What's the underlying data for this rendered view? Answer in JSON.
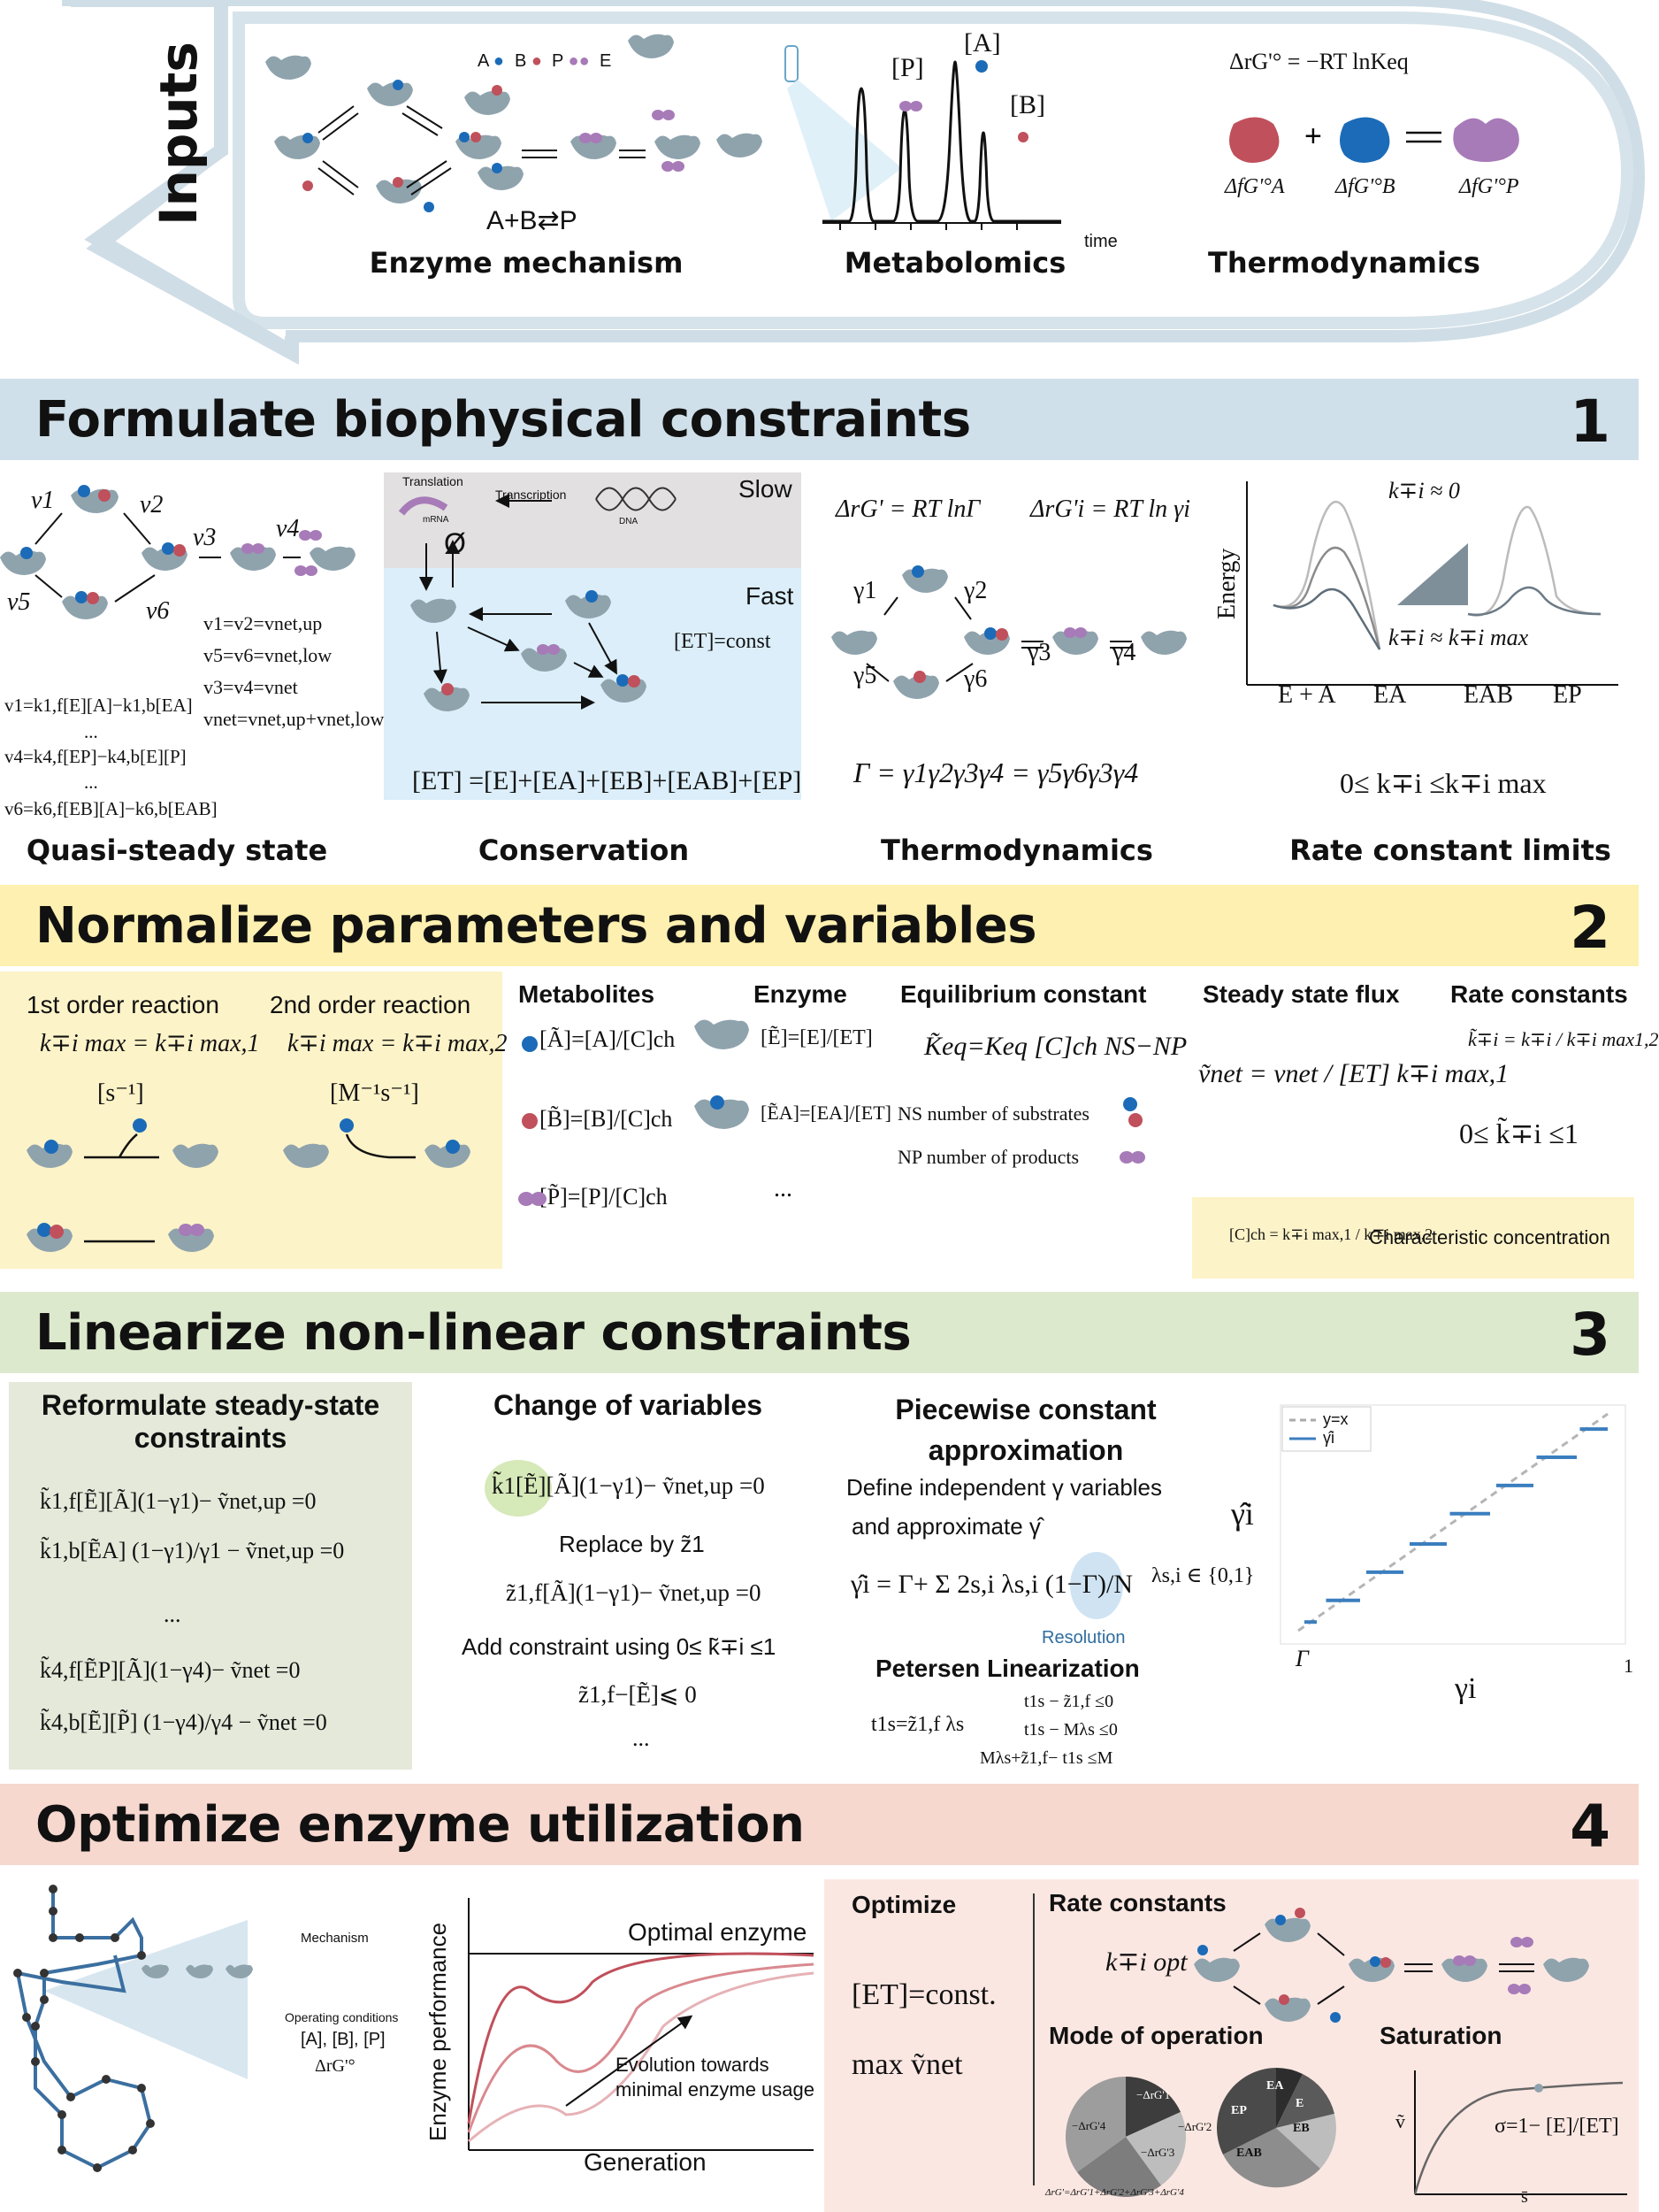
{
  "inputs": {
    "tab_label": "Inputs",
    "legend": {
      "a": "A",
      "b": "B",
      "p": "P",
      "e": "E"
    },
    "reaction": "A+B⇄P",
    "enzyme_mechanism": "Enzyme mechanism",
    "metabolomics": "Metabolomics",
    "thermodynamics": "Thermodynamics",
    "peak_p": "[P]",
    "peak_a": "[A]",
    "peak_b": "[B]",
    "time_label": "time",
    "drg_formula": "ΔrG'° = −RT lnKeq",
    "dfg_a": "ΔfG'°A",
    "dfg_b": "ΔfG'°B",
    "dfg_p": "ΔfG'°P"
  },
  "section1": {
    "title": "Formulate biophysical constraints",
    "number": "1",
    "quasi_caption": "Quasi-steady state",
    "conservation_caption": "Conservation",
    "thermo_caption": "Thermodynamics",
    "rate_caption": "Rate constant limits",
    "v_labels": [
      "v1",
      "v2",
      "v3",
      "v4",
      "v5",
      "v6"
    ],
    "qss_eqs": [
      "v1=v2=vnet,up",
      "v5=v6=vnet,low",
      "v3=v4=vnet",
      "vnet=vnet,up+vnet,low"
    ],
    "rate_eqs": [
      "v1=k1,f[E][A]−k1,b[EA]",
      "...",
      "v4=k4,f[EP]−k4,b[E][P]",
      "...",
      "v6=k6,f[EB][A]−k6,b[EAB]"
    ],
    "slow": "Slow",
    "fast": "Fast",
    "translation": "Translation",
    "transcription": "Transcription",
    "mrna": "mRNA",
    "dna": "DNA",
    "null_symbol": "Ø",
    "et_const": "[ET]=const",
    "et_sum": "[ET] =[E]+[EA]+[EB]+[EAB]+[EP]",
    "thermo_eq1": "ΔrG' = RT lnΓ",
    "thermo_eq2": "ΔrG'i = RT ln γi",
    "gammas": [
      "γ1",
      "γ2",
      "γ3",
      "γ4",
      "γ5",
      "γ6"
    ],
    "gamma_product": "Γ = γ1γ2γ3γ4 = γ5γ6γ3γ4",
    "energy_axis": "Energy",
    "states": [
      "E + A",
      "EA",
      "EAB",
      "EP"
    ],
    "k_zero": "k∓i ≈ 0",
    "k_max": "k∓i ≈ k∓i max",
    "rate_limit": "0≤ k∓i ≤k∓i max"
  },
  "section2": {
    "title": "Normalize parameters and variables",
    "number": "2",
    "first_order": "1st order reaction",
    "second_order": "2nd order reaction",
    "k_first": "k∓i max = k∓i max,1",
    "k_second": "k∓i max = k∓i max,2",
    "unit_first": "[s⁻¹]",
    "unit_second": "[M⁻¹s⁻¹]",
    "metabolites_heading": "Metabolites",
    "enzyme_heading": "Enzyme",
    "met_a": "[Ã]=[A]/[C]ch",
    "met_b": "[B̃]=[B]/[C]ch",
    "met_p": "[P̃]=[P]/[C]ch",
    "enz_e": "[Ẽ]=[E]/[ET]",
    "enz_ea": "[ẼA]=[EA]/[ET]",
    "ellipsis": "...",
    "eq_const_heading": "Equilibrium constant",
    "keq_formula": "K̃eq=Keq [C]ch NS−NP",
    "ns_text": "NS number of substrates",
    "np_text": "NP number of products",
    "flux_heading": "Steady state flux",
    "flux_formula": "ṽnet = vnet / [ET] k∓i max,1",
    "rate_heading": "Rate constants",
    "rate_formula": "k̃∓i = k∓i / k∓i max1,2",
    "rate_bound": "0≤ k̃∓i ≤1",
    "cch_formula": "[C]ch = k∓i max,1 / k∓i max,2",
    "cch_label": "Characteristic concentration"
  },
  "section3": {
    "title": "Linearize non-linear constraints",
    "number": "3",
    "reform_heading": "Reformulate steady-state constraints",
    "reform_eqs": [
      "k̃1,f[Ẽ][Ã](1−γ1)− ṽnet,up =0",
      "k̃1,b[ẼA] (1−γ1)/γ1 − ṽnet,up =0",
      "...",
      "k̃4,f[ẼP][Ã](1−γ4)− ṽnet =0",
      "k̃4,b[Ẽ][P̃] (1−γ4)/γ4 − ṽnet =0"
    ],
    "change_heading": "Change of variables",
    "change_eq1": "k̃1[Ẽ][Ã](1−γ1)− ṽnet,up =0",
    "replace_by": "Replace by z̃1",
    "change_eq2": "z̃1,f[Ã](1−γ1)− ṽnet,up =0",
    "add_constraint": "Add constraint using 0≤ k̃∓i ≤1",
    "change_eq3": "z̃1,f−[Ẽ]⩽ 0",
    "change_ellipsis": "...",
    "piecewise_heading": "Piecewise constant approximation",
    "piecewise_text1": "Define independent  γ variables",
    "piecewise_text2": "and approximate γ̂",
    "gamma_hat_formula": "γ̂i = Γ+ Σ 2s,i λs,i (1−Γ)/N",
    "lambda_domain": "λs,i ∈ {0,1}",
    "resolution": "Resolution",
    "petersen_heading": "Petersen Linearization",
    "petersen_lhs": "t1s=z̃1,f λs",
    "petersen_rows": [
      "t1s − z̃1,f ≤0",
      "t1s − Mλs ≤0",
      "Mλs+z̃1,f− t1s ≤M"
    ]
  },
  "step_chart": {
    "legend_yx": "y=x",
    "legend_gamma": "γ̂i",
    "y_label": "γ̂i",
    "x_label": "γi",
    "x_start": "Γ",
    "x_end": "1"
  },
  "chart_data": {
    "type": "line",
    "xlim": [
      0,
      1
    ],
    "ylim": [
      0,
      1
    ],
    "series": [
      {
        "name": "y=x",
        "x": [
          0,
          1
        ],
        "y": [
          0,
          1
        ]
      },
      {
        "name": "γ̂i",
        "steps": [
          {
            "x0": 0.02,
            "x1": 0.06,
            "y": 0.04
          },
          {
            "x0": 0.09,
            "x1": 0.2,
            "y": 0.14
          },
          {
            "x0": 0.22,
            "x1": 0.34,
            "y": 0.27
          },
          {
            "x0": 0.36,
            "x1": 0.48,
            "y": 0.4
          },
          {
            "x0": 0.49,
            "x1": 0.62,
            "y": 0.54
          },
          {
            "x0": 0.64,
            "x1": 0.76,
            "y": 0.67
          },
          {
            "x0": 0.77,
            "x1": 0.9,
            "y": 0.8
          },
          {
            "x0": 0.91,
            "x1": 1.0,
            "y": 0.93
          }
        ]
      }
    ]
  },
  "section4": {
    "title": "Optimize enzyme utilization",
    "number": "4",
    "mechanism": "Mechanism",
    "operating_conditions": "Operating conditions",
    "conditions_values": "[A], [B], [P]",
    "drg": "ΔrG'°",
    "optimal_enzyme": "Optimal enzyme",
    "evolution": "Evolution towards minimal enzyme usage",
    "y_axis": "Enzyme performance",
    "x_axis": "Generation",
    "optimize_heading": "Optimize",
    "et_const": "[ET]=const.",
    "max_v": "max ṽnet",
    "rate_heading": "Rate constants",
    "k_opt": "k∓i opt",
    "mode_heading": "Mode of operation",
    "saturation_heading": "Saturation",
    "pie1_labels": [
      "−ΔrG'1",
      "−ΔrG'2",
      "−ΔrG'3",
      "−ΔrG'4"
    ],
    "pie2_labels": [
      "EA",
      "E",
      "EB",
      "EAB",
      "EP"
    ],
    "pie_sum": "ΔrG'=ΔrG'1+ΔrG'2+ΔrG'3+ΔrG'4",
    "sat_formula": "σ=1− [E]/[ET]",
    "sat_y": "ṽ",
    "sat_x": "s̄"
  },
  "colors": {
    "band1": "#d0e0ea",
    "band2": "#fdf0b0",
    "band3": "#dde9cd",
    "band4": "#f6d8cf",
    "enzyme": "#8fa3ad",
    "metab_a": "#1b6bb8",
    "metab_b": "#c0505b",
    "metab_p": "#a77ab8",
    "curve": "#c0505b"
  }
}
